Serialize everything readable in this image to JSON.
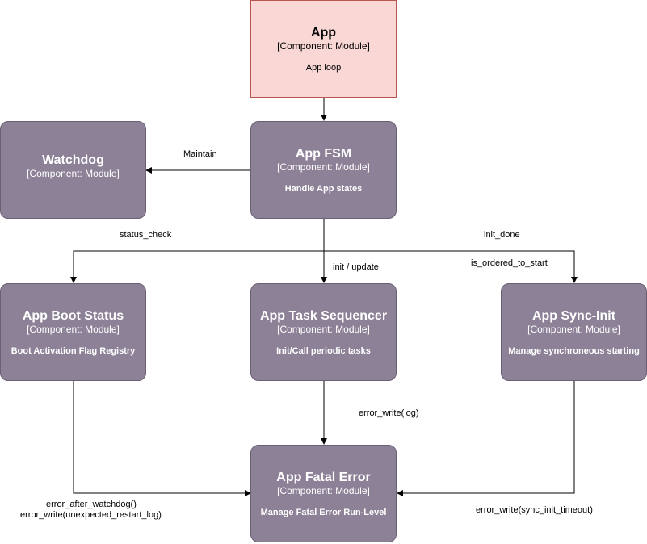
{
  "nodes": {
    "app": {
      "title": "App",
      "type": "[Component: Module]",
      "desc": "App loop"
    },
    "fsm": {
      "title": "App FSM",
      "type": "[Component: Module]",
      "desc": "Handle App states"
    },
    "watchdog": {
      "title": "Watchdog",
      "type": "[Component: Module]",
      "desc": ""
    },
    "boot": {
      "title": "App Boot Status",
      "type": "[Component: Module]",
      "desc": "Boot Activation Flag Registry"
    },
    "sequencer": {
      "title": "App Task Sequencer",
      "type": "[Component: Module]",
      "desc": "Init/Call periodic tasks"
    },
    "sync": {
      "title": "App Sync-Init",
      "type": "[Component: Module]",
      "desc": "Manage synchroneous starting"
    },
    "fatal": {
      "title": "App Fatal Error",
      "type": "[Component: Module]",
      "desc": "Manage Fatal Error Run-Level"
    }
  },
  "edges": {
    "maintain": "Maintain",
    "status_check": "status_check",
    "init_update": "init / update",
    "init_done": "init_done",
    "is_ordered": "is_ordered_to_start",
    "error_write_log": "error_write(log)",
    "error_after_watchdog": "error_after_watchdog()",
    "error_write_restart": "error_write(unexpected_restart_log)",
    "error_write_sync": "error_write(sync_init_timeout)"
  },
  "colors": {
    "module_fill": "#8c8196",
    "app_fill": "#f8d7d5",
    "app_border": "#b85450",
    "edge": "#000000"
  }
}
